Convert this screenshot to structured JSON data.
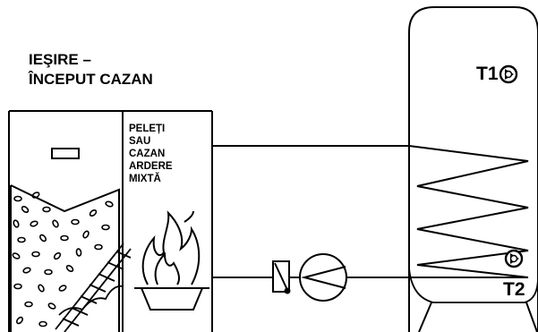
{
  "title": {
    "line1": "IEŞIRE –",
    "line2": "ÎNCEPUT CAZAN"
  },
  "boiler": {
    "fuel_lines": [
      "PELEȚI",
      "SAU",
      "CAZAN",
      "ARDERE",
      "MIXTĂ"
    ]
  },
  "tank": {
    "sensor_top": "T1",
    "sensor_bottom": "T2"
  },
  "icons": {
    "sensor": "sensor-icon",
    "pump": "circulation-pump-icon",
    "valve": "check-valve-icon",
    "flame": "flame-icon",
    "auger": "auger-screw-icon"
  },
  "colors": {
    "line": "#000000",
    "background": "#ffffff"
  }
}
